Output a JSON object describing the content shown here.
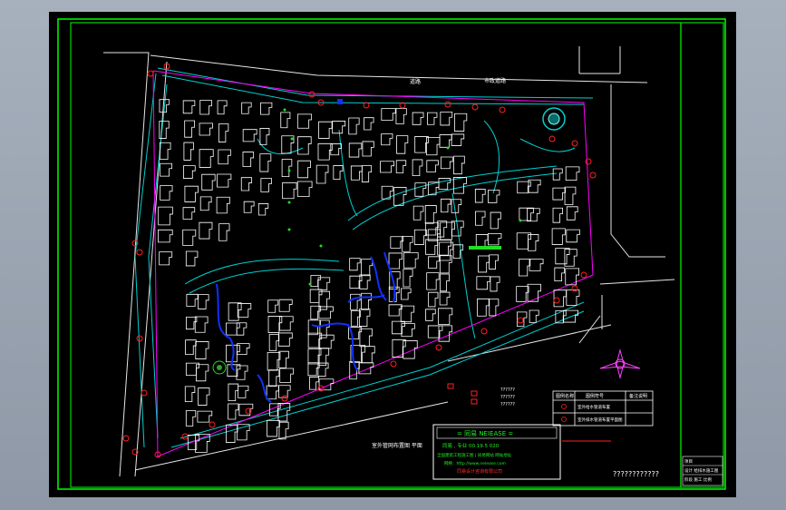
{
  "drawing": {
    "labels": {
      "road_label_1": "道路",
      "road_label_2": "市政道路",
      "bottom_note": "室外管网布置图 平面",
      "question_marks": "????????????"
    },
    "title_box": {
      "line1": "= 同易  NEIEASE =",
      "line2": "同易 , 专业   00.19.5 020",
      "line3": "全国建筑工程施工图 | 同易网站  网站地址",
      "line4": "网络：http://www.neiease.com",
      "line5": "同易设计咨询有限公司"
    },
    "legend_table": {
      "headers": [
        "图例名称",
        "图例符号",
        "备注说明"
      ],
      "rows": [
        [
          "",
          "室外给水管道布置",
          ""
        ],
        [
          "",
          "室外排水管道布置平面图",
          ""
        ]
      ]
    },
    "side_legend": [
      "??????",
      "??????",
      "??????"
    ],
    "right_title_block": [
      "项目",
      "设计 给排水施工图",
      "阶段  施工  比例"
    ]
  },
  "colors": {
    "frame": "#00ff00",
    "road": "#00d8d8",
    "site_boundary": "#ff00ff",
    "building": "#ffffff",
    "red_marker": "#ff2020",
    "blue_pipe": "#1030ff"
  },
  "icons": [
    "compass-rose-icon",
    "roundabout-icon",
    "tree-icon"
  ]
}
